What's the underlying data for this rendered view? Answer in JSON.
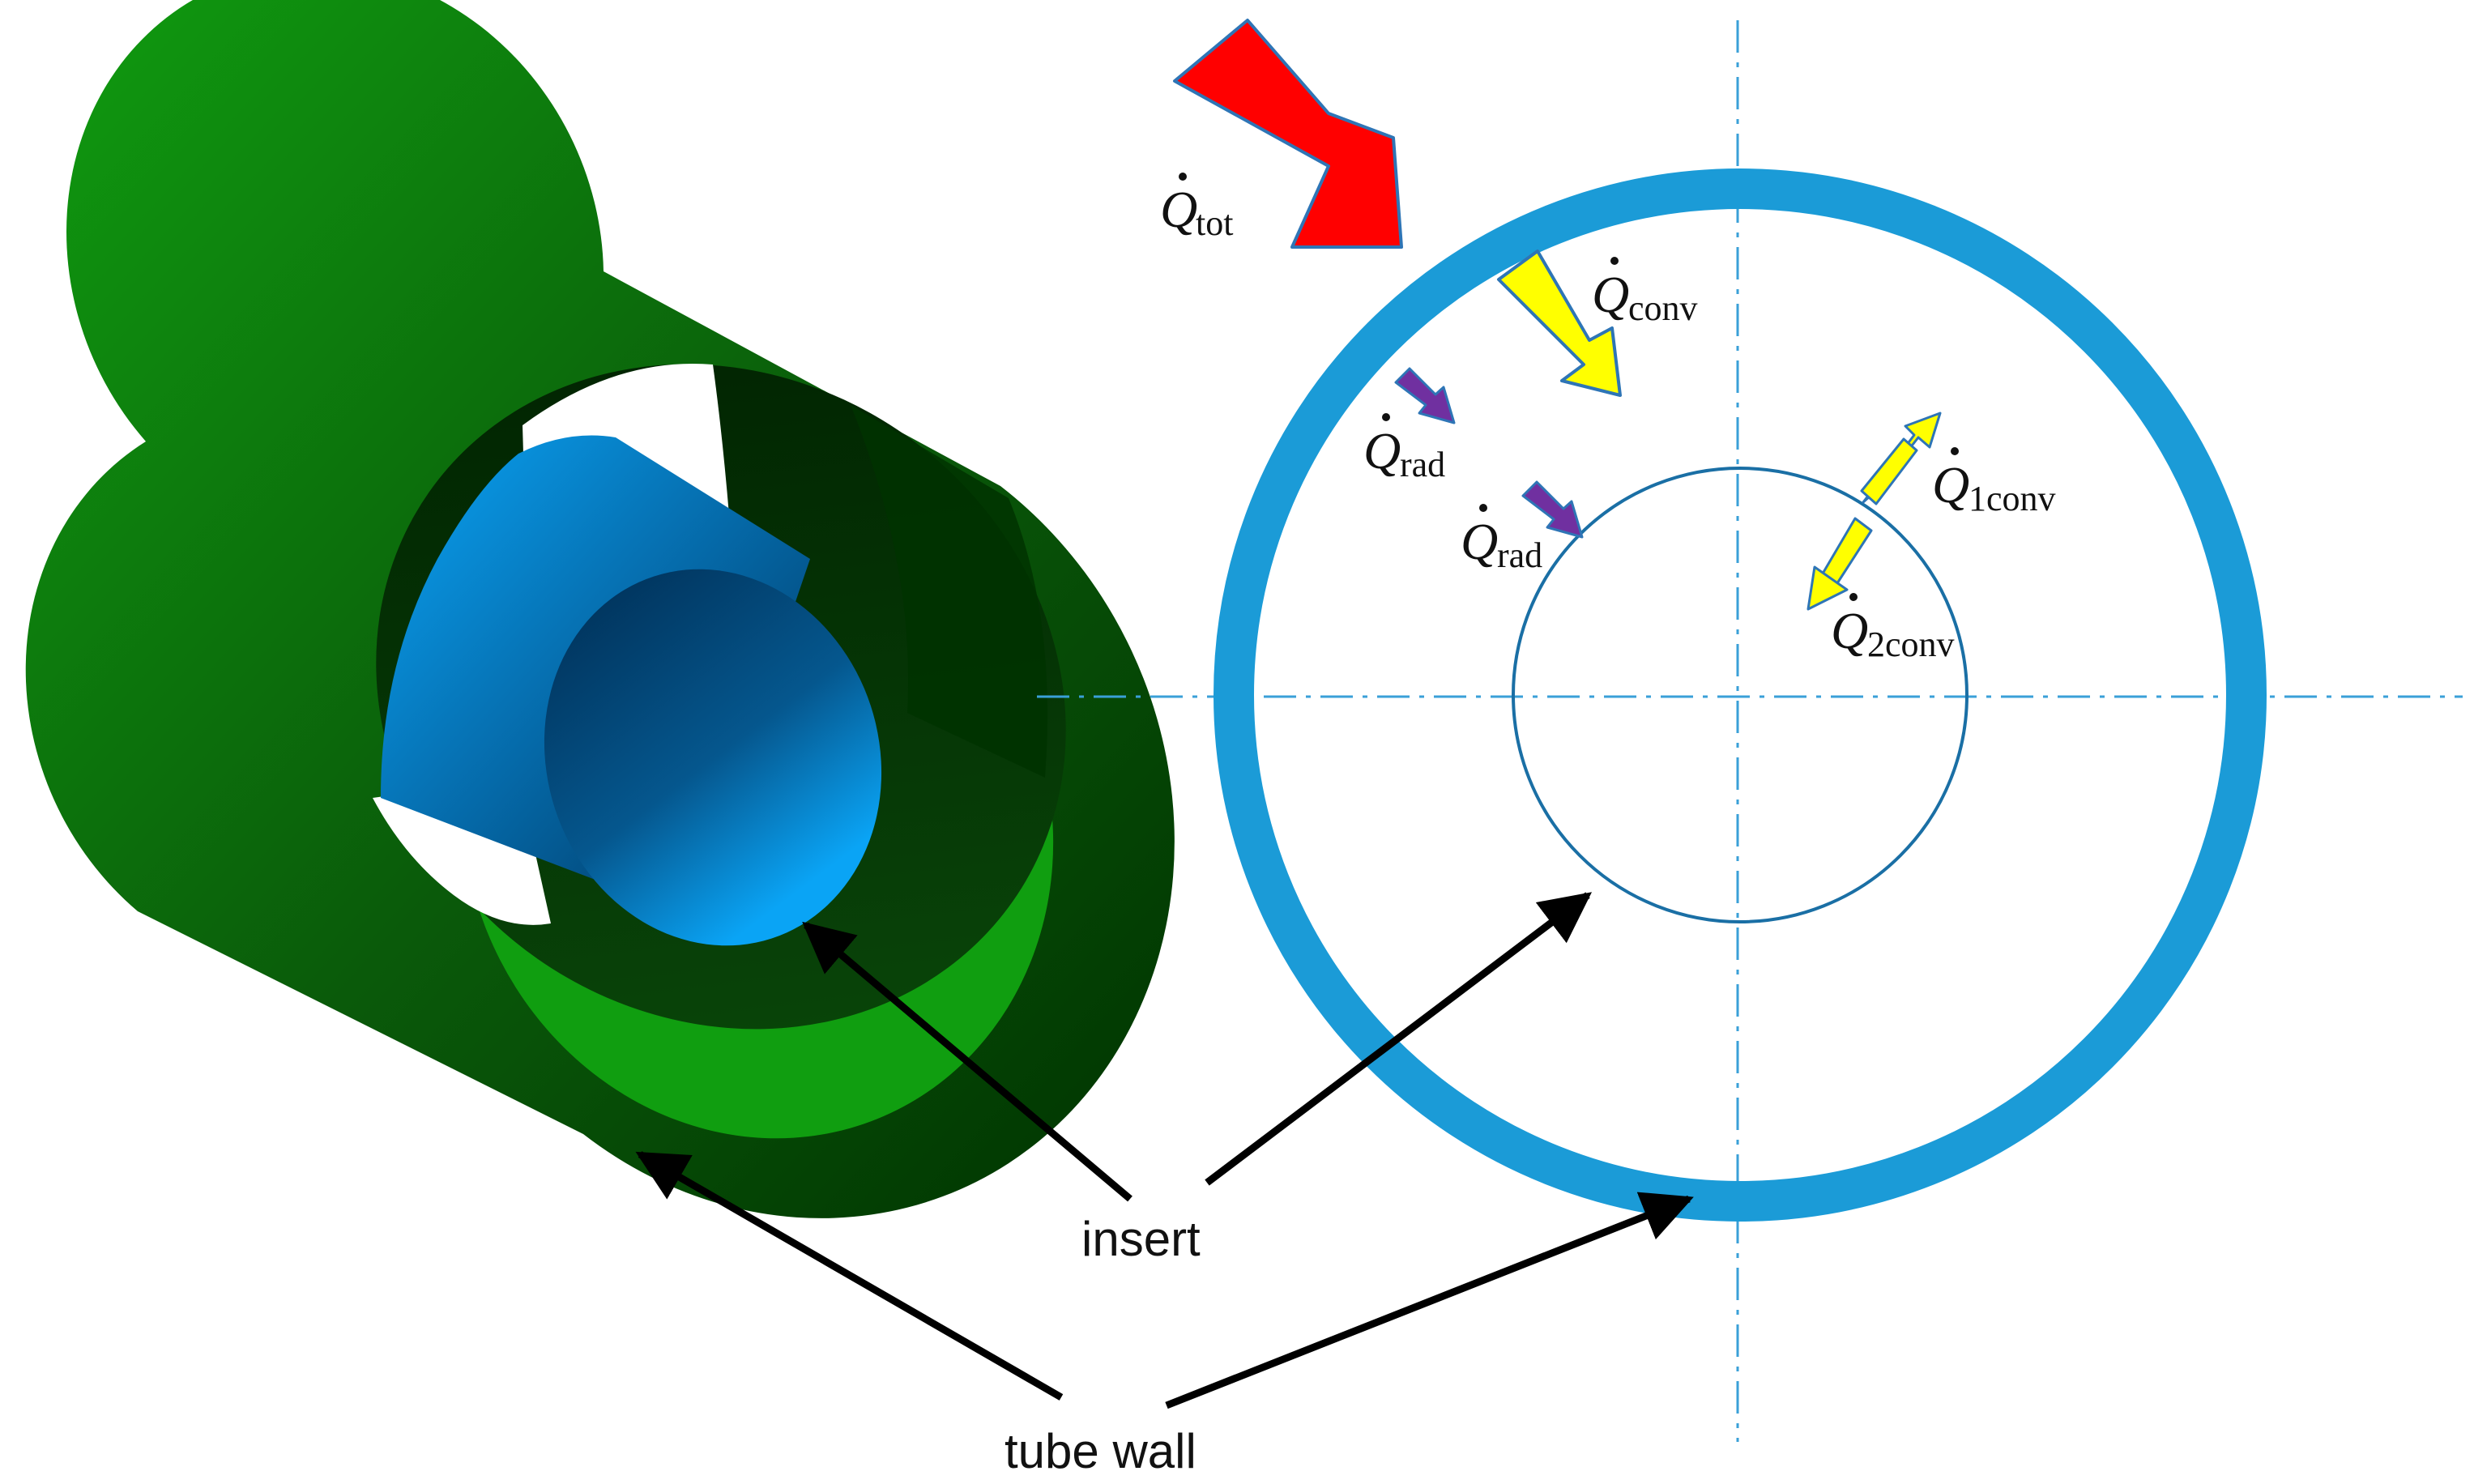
{
  "labels": {
    "insert": "insert",
    "tube_wall": "tube wall"
  },
  "heat_flows": {
    "total": {
      "symbol": "Q",
      "sub": "tot"
    },
    "convection": {
      "symbol": "Q",
      "sub": "conv"
    },
    "radiation_wall": {
      "symbol": "Q",
      "sub": "rad"
    },
    "radiation_insert": {
      "symbol": "Q",
      "sub": "rad"
    },
    "convection_1": {
      "symbol": "Q",
      "sub": "1conv"
    },
    "convection_2": {
      "symbol": "Q",
      "sub": "2conv"
    }
  },
  "colors": {
    "tube_green_light": "#109e10",
    "tube_green_dark": "#003300",
    "insert_blue_light": "#0aa4f5",
    "insert_blue_dark": "#002f56",
    "ring_blue": "#1b9bd7",
    "total_arrow": "#ff0000",
    "conv_arrow": "#ffff00",
    "rad_arrow": "#7030a0",
    "centerline": "#3aa0d8"
  }
}
